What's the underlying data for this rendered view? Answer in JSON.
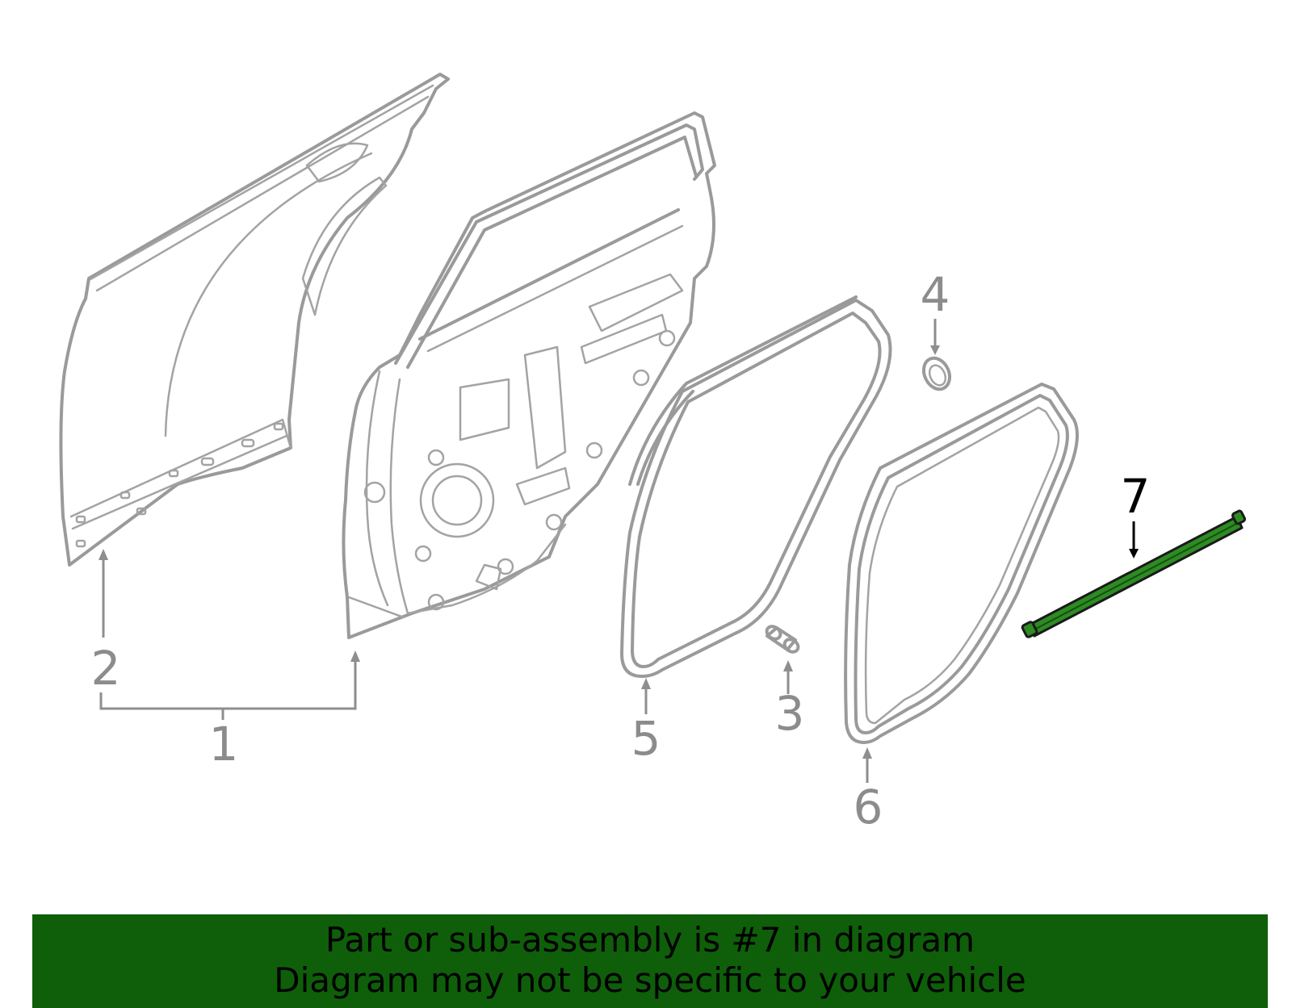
{
  "diagram": {
    "callouts": [
      {
        "number": "1"
      },
      {
        "number": "2"
      },
      {
        "number": "3"
      },
      {
        "number": "4"
      },
      {
        "number": "5"
      },
      {
        "number": "6"
      },
      {
        "number": "7",
        "highlighted": true
      }
    ],
    "part_color": "#9a9a9a",
    "highlight_color": "#2e8b24"
  },
  "banner": {
    "line1": "Part or sub-assembly is #7 in diagram",
    "line2": "Diagram may not be specific to your vehicle",
    "background": "#0f5e0a"
  }
}
